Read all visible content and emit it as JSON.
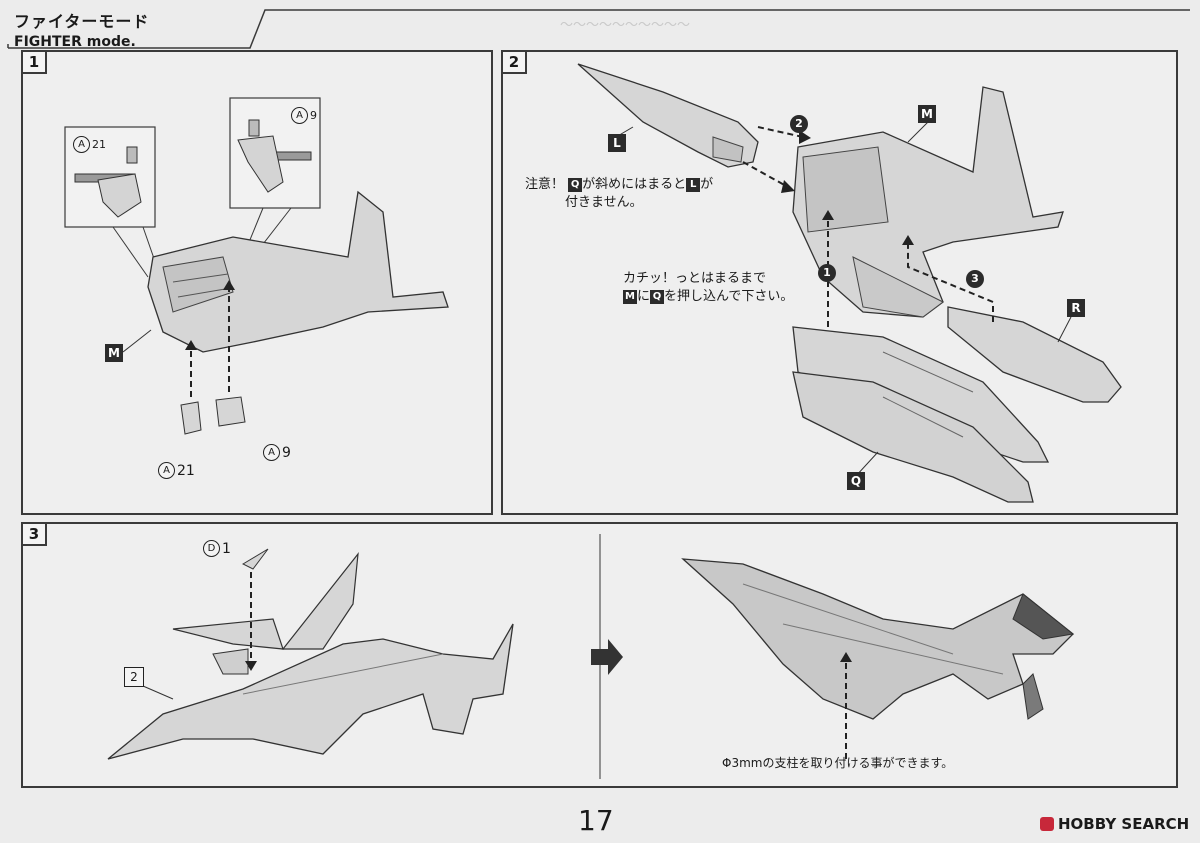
{
  "header": {
    "title_jp": "ファイターモード",
    "title_en": "FIGHTER mode."
  },
  "panels": [
    {
      "step": "1",
      "parts": [
        {
          "circle": "A",
          "num": "21"
        },
        {
          "circle": "A",
          "num": "9"
        }
      ],
      "tags": [
        "M"
      ]
    },
    {
      "step": "2",
      "tags": [
        "L",
        "M",
        "R",
        "Q"
      ],
      "callouts": [
        {
          "pre": "注意！",
          "t1": "Q",
          "mid": "が斜めにはまると",
          "t2": "L",
          "post": "が",
          "line2": "付きません。"
        },
        {
          "line1": "カチッ！っとはまるまで",
          "t1": "M",
          "mid": "に",
          "t2": "Q",
          "post": "を押し込んで下さい。"
        }
      ],
      "steps": [
        "1",
        "2",
        "3"
      ]
    },
    {
      "step": "3",
      "parts": [
        {
          "circle": "D",
          "num": "1"
        }
      ],
      "ref": "2",
      "note": "Φ3mmの支柱を取り付ける事ができます。"
    }
  ],
  "page_number": "17",
  "watermark": {
    "text": "HOBBY SEARCH"
  },
  "colors": {
    "bg": "#ececec",
    "line": "#3a3a3a",
    "fill": "#d6d6d6",
    "accent": "#c7283a"
  }
}
